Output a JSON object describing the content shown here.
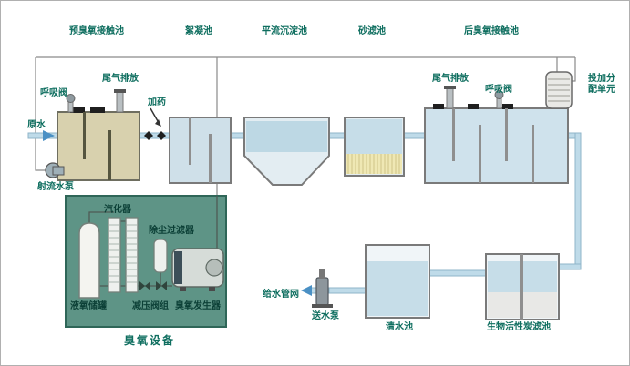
{
  "colors": {
    "label_teal": "#0E6E5F",
    "pipe_blue": "#BFDBE9",
    "water_blue": "#C6DDE8",
    "ozone_box_green": "#5E9486",
    "tank_khaki": "#D8D1AE",
    "sand_yellow": "#EFE8B4"
  },
  "top_labels": {
    "pre_ozone": "预臭氧接触池",
    "flocculation": "絮凝池",
    "sedimentation": "平流沉淀池",
    "sand_filter": "砂滤池",
    "post_ozone": "后臭氧接触池"
  },
  "left_section": {
    "tail_gas": "尾气排放",
    "breathing_valve": "呼吸阀",
    "dosing": "加药",
    "raw_water": "原水",
    "jet_pump": "射流水泵"
  },
  "right_section": {
    "tail_gas": "尾气排放",
    "breathing_valve": "呼吸阀",
    "dosing_unit": "投加分配单元"
  },
  "ozone_box": {
    "vaporizer": "汽化器",
    "dust_filter": "除尘过滤器",
    "lox_tank": "液氧储罐",
    "pressure_valves": "减压阀组",
    "generator": "臭氧发生器",
    "title": "臭氧设备"
  },
  "bottom_section": {
    "water_network": "给水管网",
    "delivery_pump": "送水泵",
    "clear_water_tank": "清水池",
    "bac_filter": "生物活性炭滤池"
  }
}
